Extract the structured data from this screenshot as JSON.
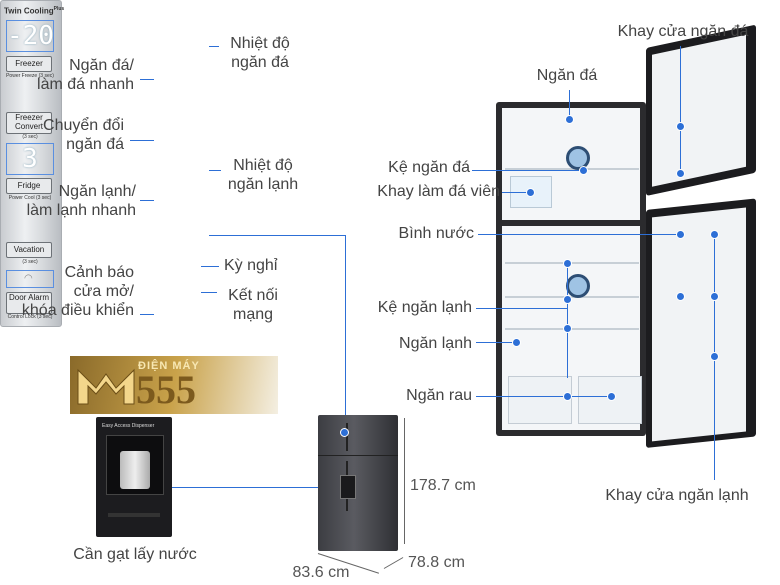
{
  "panel": {
    "brand": "Twin Cooling",
    "brand_sup": "Plus",
    "freezer_temp": "-20",
    "fridge_temp": "3",
    "btn_freezer": "Freezer",
    "btn_freezer_sub": "Power Freeze (3 sec)",
    "btn_freezer_convert": "Freezer Convert",
    "btn_freezer_convert_sub": "(3 sec)",
    "btn_fridge": "Fridge",
    "btn_fridge_sub": "Power Cool (3 sec)",
    "btn_vacation": "Vacation",
    "btn_vacation_sub": "(3 sec)",
    "btn_door_alarm": "Door Alarm",
    "btn_door_alarm_sub": "Control Lock (3 sec)"
  },
  "labels": {
    "ngan_da_lam_da_nhanh": "Ngăn đá/\nlàm đá nhanh",
    "nhiet_do_ngan_da": "Nhiệt độ\nngăn đá",
    "chuyen_doi_ngan_da": "Chuyển đổi\nngăn đá",
    "nhiet_do_ngan_lanh": "Nhiệt độ\nngăn lạnh",
    "ngan_lanh_lam_lanh_nhanh": "Ngăn lạnh/\nlàm lạnh nhanh",
    "ky_nghi": "Kỳ nghỉ",
    "canh_bao": "Cảnh báo\ncửa mở/\nkhóa điều khiển",
    "ket_noi_mang": "Kết nối\nmạng",
    "khay_cua_ngan_da": "Khay cửa ngăn đá",
    "ngan_da": "Ngăn đá",
    "ke_ngan_da": "Kệ ngăn đá",
    "khay_lam_da_vien": "Khay làm đá viên",
    "binh_nuoc": "Bình nước",
    "ke_ngan_lanh": "Kệ ngăn lạnh",
    "ngan_lanh": "Ngăn lạnh",
    "ngan_rau": "Ngăn rau",
    "khay_cua_ngan_lanh": "Khay cửa ngăn lạnh",
    "can_gat_lay_nuoc": "Cần gạt lấy nước"
  },
  "logo": {
    "top_text": "ĐIỆN MÁY",
    "number": "555"
  },
  "dispenser": {
    "caption": "Easy Access Dispenser"
  },
  "dimensions": {
    "height": "178.7 cm",
    "width": "83.6 cm",
    "depth": "78.8 cm"
  },
  "colors": {
    "accent": "#2d6fd6",
    "logo_gold": "#c9a24a",
    "fridge_dark": "#2b2b2e"
  }
}
